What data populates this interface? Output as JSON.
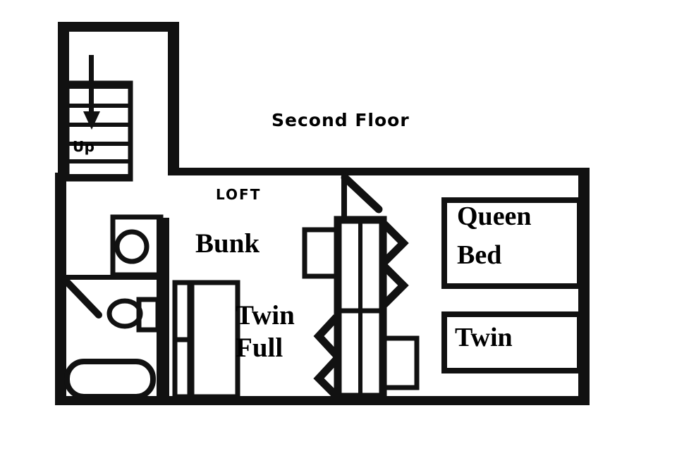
{
  "plan": {
    "title": "Second Floor",
    "area_label": "LOFT",
    "stair_label": "Up",
    "colors": {
      "wall": "#111111",
      "background": "#ffffff",
      "furniture": "#111111"
    },
    "labels": {
      "bunk": "Bunk",
      "twin_middle": "Twin",
      "full_middle": "Full",
      "queen": "Queen",
      "bed": "Bed",
      "twin_right": "Twin"
    },
    "rooms": [
      {
        "name": "stairwell",
        "label": "Up"
      },
      {
        "name": "loft",
        "label": "LOFT"
      },
      {
        "name": "bathroom",
        "label": ""
      },
      {
        "name": "bunk-area",
        "label": "Bunk"
      },
      {
        "name": "twin-full-area",
        "label": "Twin Full"
      },
      {
        "name": "queen-bedroom",
        "label": "Queen Bed"
      },
      {
        "name": "twin-bedroom",
        "label": "Twin"
      }
    ],
    "fixtures": [
      {
        "name": "sink",
        "type": "circle-in-rect"
      },
      {
        "name": "toilet",
        "type": "oval-with-tank"
      },
      {
        "name": "bathtub",
        "type": "rounded-rect"
      },
      {
        "name": "stair-direction-arrow",
        "type": "arrow-down"
      },
      {
        "name": "bathroom-door-swing",
        "type": "diagonal-line"
      },
      {
        "name": "loft-door-swing",
        "type": "diagonal-line"
      },
      {
        "name": "bunk-ladder",
        "type": "zigzag"
      }
    ]
  }
}
